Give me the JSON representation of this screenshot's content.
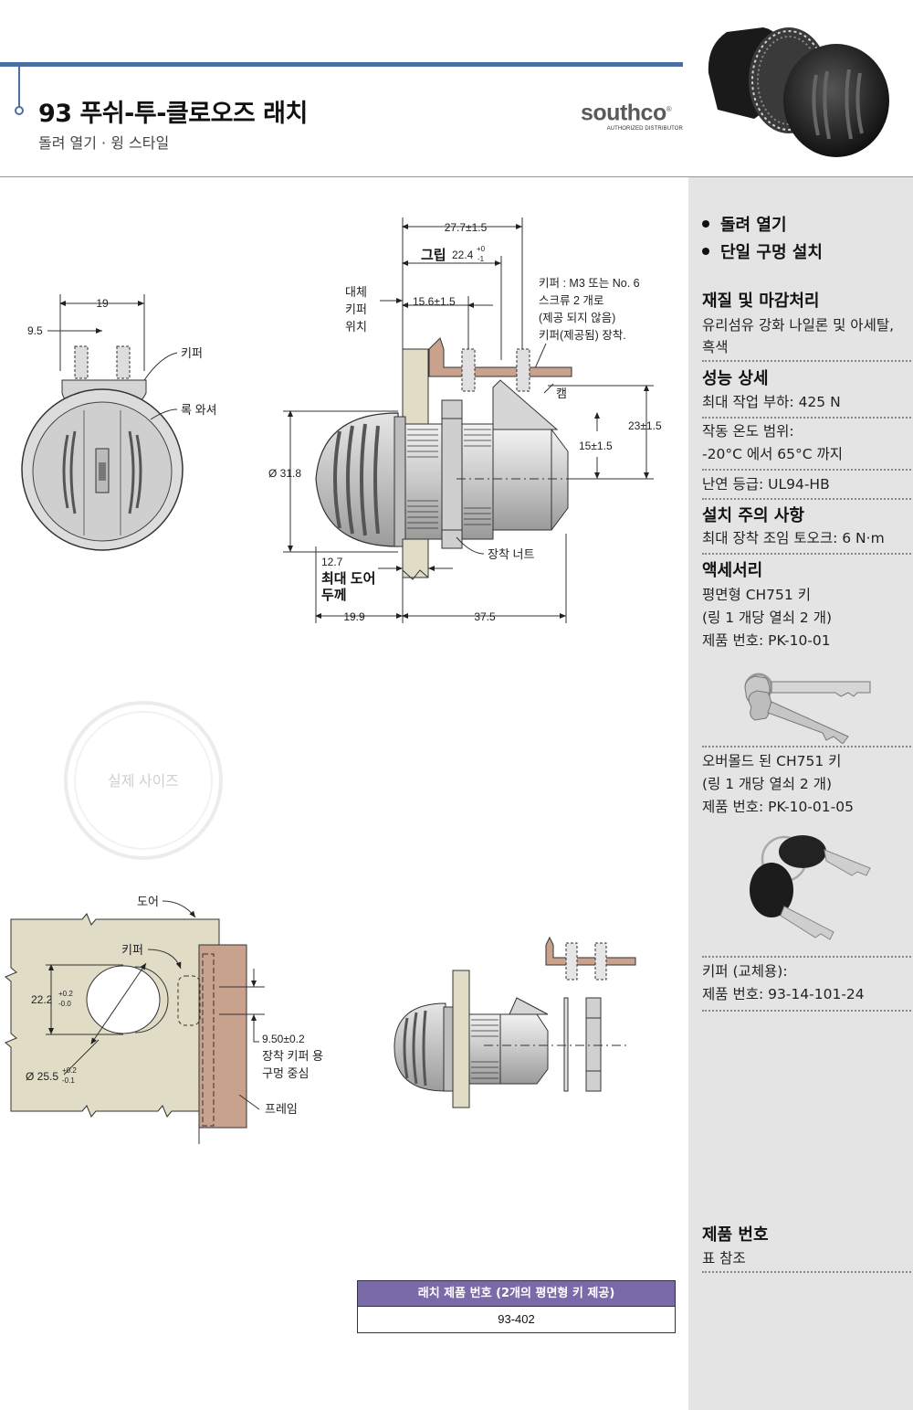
{
  "header": {
    "title": "93 푸쉬-투-클로오즈 래치",
    "subtitle": "돌려 열기 · 윙 스타일",
    "logo_text": "southco",
    "logo_registered": "®",
    "logo_sub": "AUTHORIZED DISTRIBUTOR"
  },
  "sidebar": {
    "features": [
      "돌려 열기",
      "단일 구멍 설치"
    ],
    "material_title": "재질 및 마감처리",
    "material_text": "유리섬유 강화 나일론 및 아세탈, 흑색",
    "performance_title": "성능 상세",
    "max_load": "최대 작업 부하: 425 N",
    "temp_label": "작동 온도 범위:",
    "temp_range": "-20°C 에서 65°C 까지",
    "flammability": "난연 등급: UL94-HB",
    "install_title": "설치 주의 사항",
    "install_text": "최대 장착 조임 토오크: 6 N·m",
    "accessories_title": "액세서리",
    "acc1_line1": "평면형 CH751 키",
    "acc1_line2": "(링 1 개당 열쇠 2 개)",
    "acc1_line3": "제품 번호: PK-10-01",
    "acc2_line1": "오버몰드 된 CH751 키",
    "acc2_line2": "(링 1 개당 열쇠 2 개)",
    "acc2_line3": "제품 번호: PK-10-01-05",
    "keeper_line1": "키퍼 (교체용):",
    "keeper_line2": "제품 번호: 93-14-101-24",
    "part_title": "제품 번호",
    "part_text": "표 참조"
  },
  "drawing": {
    "front": {
      "dim_19": "19",
      "dim_95": "9.5",
      "keeper": "키퍼",
      "lock_washer": "록 와셔"
    },
    "side": {
      "dim_277": "27.7±1.5",
      "grip_label": "그립",
      "grip_value": "22.4",
      "grip_tol_plus": "+0",
      "grip_tol_minus": "-1",
      "alt_keeper_1": "대체",
      "alt_keeper_2": "키퍼",
      "alt_keeper_3": "위치",
      "dim_156": "15.6±1.5",
      "keeper_note_1": "키퍼 : M3 또는 No. 6",
      "keeper_note_2": "스크류 2 개로",
      "keeper_note_3": "(제공 되지 않음)",
      "keeper_note_4": "키퍼(제공됨) 장착.",
      "cam": "캠",
      "dim_23": "23±1.5",
      "dim_15": "15±1.5",
      "dim_318": "Ø 31.8",
      "mount_nut": "장착 너트",
      "dim_127": "12.7",
      "max_door_1": "최대 도어",
      "max_door_2": "두께",
      "dim_199": "19.9",
      "dim_375": "37.5"
    },
    "actual_size": "실제 사이즈",
    "cutout": {
      "door": "도어",
      "keeper": "키퍼",
      "dim_222": "22.2",
      "tol_222_plus": "+0.2",
      "tol_222_minus": "-0.0",
      "dim_255": "Ø 25.5",
      "tol_255_plus": "+0.2",
      "tol_255_minus": "-0.1",
      "dim_950": "9.50±0.2",
      "center_1": "장착 키퍼 용",
      "center_2": "구멍 중심",
      "frame": "프레임"
    }
  },
  "table": {
    "header": "래치 제품 번호 (2개의 평면형 키 제공)",
    "value": "93-402"
  },
  "colors": {
    "accent_blue": "#4a6fa5",
    "sidebar_bg": "#e4e4e4",
    "table_header": "#7b6aa8",
    "door_fill": "#e0dcc6",
    "frame_fill": "#c9a28e"
  }
}
